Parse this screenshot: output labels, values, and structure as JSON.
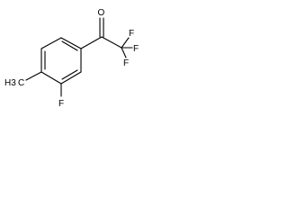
{
  "molecule": {
    "atom_labels": {
      "oxygen": "O",
      "fluorine_top": "F",
      "fluorine_right": "F",
      "fluorine_bottom": "F",
      "fluorine_ring": "F",
      "methyl_carbon": "C",
      "methyl_hydrogens": "H3"
    }
  }
}
